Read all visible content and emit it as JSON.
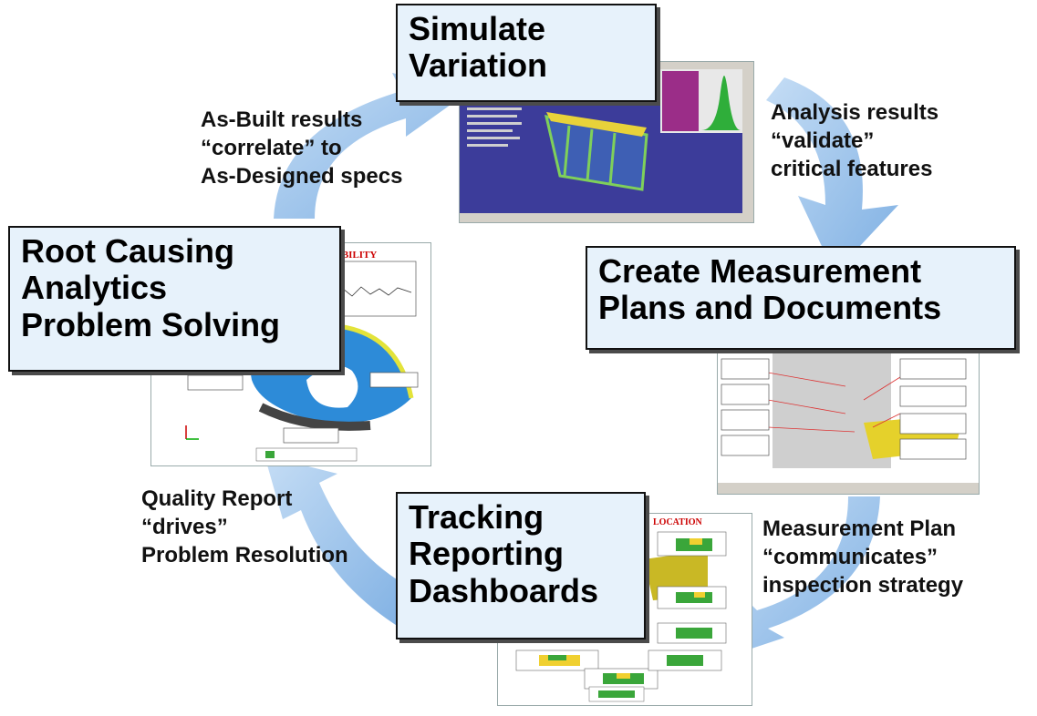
{
  "stages": {
    "simulate": [
      "Simulate",
      "Variation"
    ],
    "measure": [
      "Create Measurement",
      "Plans and Documents"
    ],
    "tracking": [
      "Tracking",
      "Reporting",
      "Dashboards"
    ],
    "root": [
      "Root Causing",
      "Analytics",
      "Problem Solving"
    ]
  },
  "captions": {
    "analysis": [
      "Analysis results",
      "“validate”",
      "critical features"
    ],
    "plan": [
      "Measurement Plan",
      "“communicates”",
      "inspection strategy"
    ],
    "quality": [
      "Quality Report",
      "“drives”",
      "Problem Resolution"
    ],
    "asbuilt": [
      "As-Built results",
      "“correlate” to",
      "As-Designed specs"
    ]
  },
  "screenshots": {
    "capability_heading": "PABILITY",
    "location_heading": "LOCATION"
  },
  "colors": {
    "arrow": "#9cc4ec",
    "title_box_bg": "#e7f2fb",
    "heading_red": "#cc0000"
  }
}
